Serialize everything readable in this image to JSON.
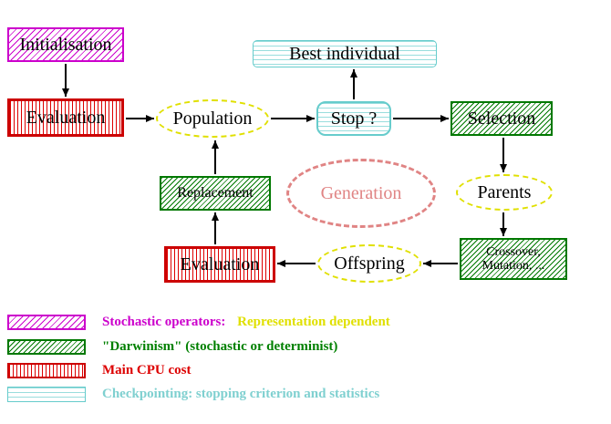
{
  "nodes": {
    "initialisation": "Initialisation",
    "evaluation_top": "Evaluation",
    "best_individual": "Best individual",
    "population": "Population",
    "stop": "Stop ?",
    "selection": "Selection",
    "replacement": "Replacement",
    "generation": "Generation",
    "parents": "Parents",
    "evaluation_bottom": "Evaluation",
    "offspring": "Offspring",
    "crossover_line1": "Crossover,",
    "crossover_line2": "Mutation, ..."
  },
  "legend": {
    "items": [
      {
        "swatch": "magenta-diagonal-hatch",
        "parts": [
          {
            "text": "Stochastic operators:",
            "color": "#cc00cc"
          },
          {
            "text": "Representation dependent",
            "color": "#e0e000"
          }
        ]
      },
      {
        "swatch": "green-diagonal-hatch",
        "parts": [
          {
            "text": "\"Darwinism\" (stochastic or determinist)",
            "color": "#008000"
          }
        ]
      },
      {
        "swatch": "red-vertical-lines",
        "parts": [
          {
            "text": "Main CPU cost",
            "color": "#dd0000"
          }
        ]
      },
      {
        "swatch": "cyan-horizontal-lines",
        "parts": [
          {
            "text": "Checkpointing: stopping criterion and statistics",
            "color": "#7fd0d0"
          }
        ]
      }
    ]
  },
  "colors": {
    "magenta": "#cc00cc",
    "red": "#dd0000",
    "green": "#007800",
    "cyan": "#66cccc",
    "yellow": "#e0e000",
    "salmon": "#e08484",
    "arrow": "#000000"
  }
}
